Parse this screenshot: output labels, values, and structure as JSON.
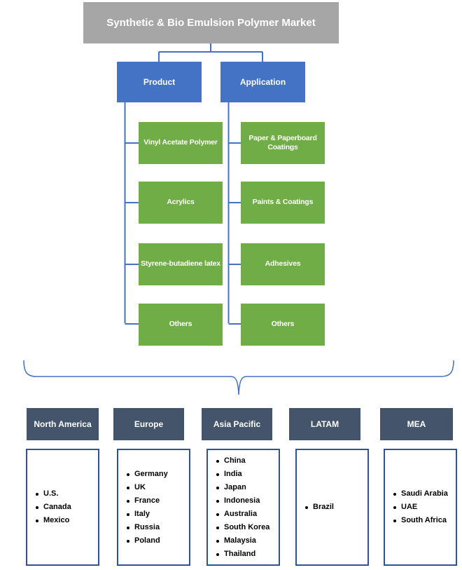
{
  "title": "Synthetic & Bio Emulsion Polymer Market",
  "colors": {
    "title_bg": "#A6A6A6",
    "branch_bg": "#4472C4",
    "leaf_bg": "#70AD47",
    "region_header_bg": "#44546A",
    "region_border": "#2F5496",
    "connector": "#4472C4",
    "text_on_fill": "#FFFFFF",
    "list_text": "#000000"
  },
  "branches": [
    {
      "label": "Product",
      "items": [
        "Vinyl Acetate Polymer",
        "Acrylics",
        "Styrene-butadiene latex",
        "Others"
      ]
    },
    {
      "label": "Application",
      "items": [
        "Paper & Paperboard Coatings",
        "Paints & Coatings",
        "Adhesives",
        "Others"
      ]
    }
  ],
  "regions": [
    {
      "label": "North America",
      "items": [
        "U.S.",
        "Canada",
        "Mexico"
      ]
    },
    {
      "label": "Europe",
      "items": [
        "Germany",
        "UK",
        "France",
        "Italy",
        "Russia",
        "Poland"
      ]
    },
    {
      "label": "Asia Pacific",
      "items": [
        "China",
        "India",
        "Japan",
        "Indonesia",
        "Australia",
        "South Korea",
        "Malaysia",
        "Thailand"
      ]
    },
    {
      "label": "LATAM",
      "items": [
        "Brazil"
      ]
    },
    {
      "label": "MEA",
      "items": [
        "Saudi Arabia",
        "UAE",
        "South Africa"
      ]
    }
  ]
}
